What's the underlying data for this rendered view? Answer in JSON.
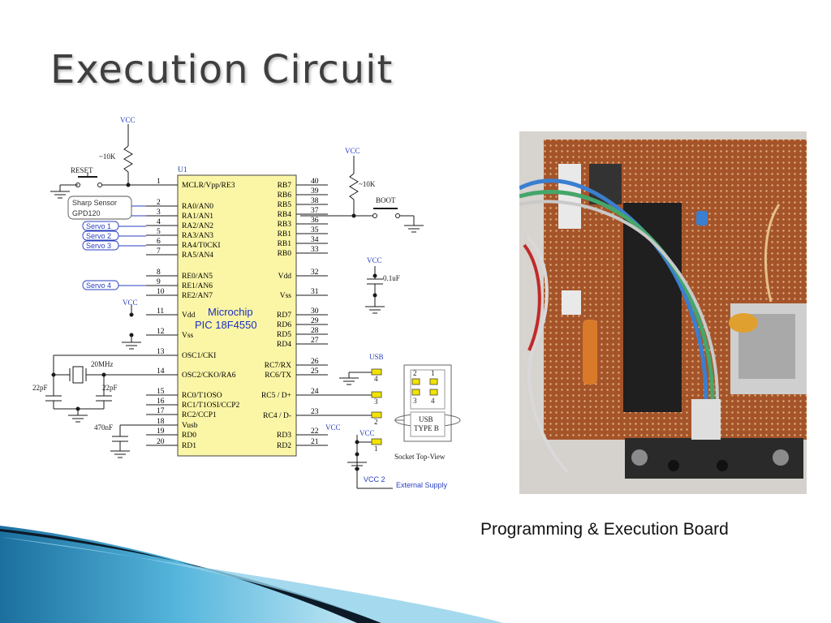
{
  "slide": {
    "title": "Execution Circuit",
    "caption": "Programming & Execution Board"
  },
  "colors": {
    "chip_fill": "#fbf6a6",
    "chip_label": "#1b2fbf",
    "net_label": "#2a3fbf",
    "wire": "#1a1a1a",
    "usb_pad": "#f2e300",
    "accent_blue": "#2a7fb8"
  },
  "schematic": {
    "chip": {
      "ref": "U1",
      "maker": "Microchip",
      "part": "PIC 18F4550",
      "left_pins": [
        {
          "num": "1",
          "name": "MCLR/Vpp/RE3"
        },
        {
          "num": "2",
          "name": "RA0/AN0"
        },
        {
          "num": "3",
          "name": "RA1/AN1"
        },
        {
          "num": "4",
          "name": "RA2/AN2"
        },
        {
          "num": "5",
          "name": "RA3/AN3"
        },
        {
          "num": "6",
          "name": "RA4/T0CKI"
        },
        {
          "num": "7",
          "name": "RA5/AN4"
        },
        {
          "num": "8",
          "name": "RE0/AN5"
        },
        {
          "num": "9",
          "name": "RE1/AN6"
        },
        {
          "num": "10",
          "name": "RE2/AN7"
        },
        {
          "num": "11",
          "name": "Vdd"
        },
        {
          "num": "12",
          "name": "Vss"
        },
        {
          "num": "13",
          "name": "OSC1/CKI"
        },
        {
          "num": "14",
          "name": "OSC2/CKO/RA6"
        },
        {
          "num": "15",
          "name": "RC0/T1OSO"
        },
        {
          "num": "16",
          "name": "RC1/T1OSI/CCP2"
        },
        {
          "num": "17",
          "name": "RC2/CCP1"
        },
        {
          "num": "18",
          "name": "Vusb"
        },
        {
          "num": "19",
          "name": "RD0"
        },
        {
          "num": "20",
          "name": "RD1"
        }
      ],
      "right_pins": [
        {
          "num": "40",
          "name": "RB7"
        },
        {
          "num": "39",
          "name": "RB6"
        },
        {
          "num": "38",
          "name": "RB5"
        },
        {
          "num": "37",
          "name": "RB4"
        },
        {
          "num": "36",
          "name": "RB3"
        },
        {
          "num": "35",
          "name": "RB1"
        },
        {
          "num": "34",
          "name": "RB1"
        },
        {
          "num": "33",
          "name": "RB0"
        },
        {
          "num": "32",
          "name": "Vdd"
        },
        {
          "num": "31",
          "name": "Vss"
        },
        {
          "num": "30",
          "name": "RD7"
        },
        {
          "num": "29",
          "name": "RD6"
        },
        {
          "num": "28",
          "name": "RD5"
        },
        {
          "num": "27",
          "name": "RD4"
        },
        {
          "num": "26",
          "name": "RC7/RX"
        },
        {
          "num": "25",
          "name": "RC6/TX"
        },
        {
          "num": "24",
          "name": "RC5 / D+"
        },
        {
          "num": "23",
          "name": "RC4 / D-"
        },
        {
          "num": "22",
          "name": "RD3"
        },
        {
          "num": "21",
          "name": "RD2"
        }
      ]
    },
    "labels": {
      "vcc_top": "VCC",
      "r1": "~10K",
      "reset": "RESET",
      "vcc_right": "VCC",
      "r2": "~10K",
      "boot": "BOOT",
      "sharp1": "Sharp Sensor",
      "sharp2": "GPD120",
      "servo1": "Servo 1",
      "servo2": "Servo 2",
      "servo3": "Servo 3",
      "servo4": "Servo 4",
      "vcc_pin11": "VCC",
      "vcc_cap": "VCC",
      "cap_01": "0.1uF",
      "xtal": "20MHz",
      "c22_left": "22pF",
      "c22_right": "22pF",
      "c470": "470nF",
      "usb": "USB",
      "usb_pin4": "4",
      "usb_pin3": "3",
      "usb_pin2": "2",
      "usb_pin1": "1",
      "vcc_usb": "VCC",
      "conn_2": "2",
      "conn_1": "1",
      "conn_3": "3",
      "conn_4": "4",
      "usb_type1": "USB",
      "usb_type2": "TYPE B",
      "socket": "Socket Top-View",
      "vcc2": "VCC 2",
      "ext_supply": "External Supply"
    }
  }
}
